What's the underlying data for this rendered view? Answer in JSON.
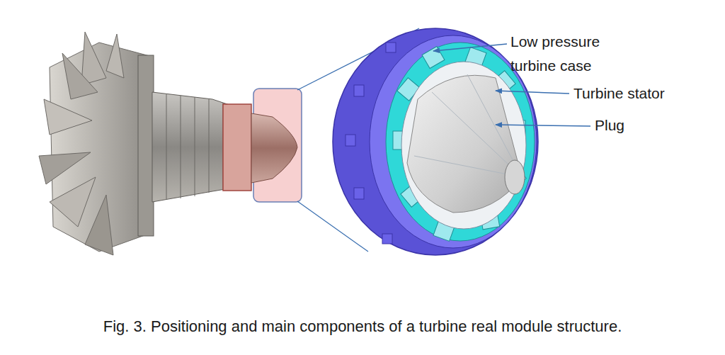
{
  "diagram": {
    "caption": "Fig. 3. Positioning and main components of a turbine real module structure.",
    "labels": [
      "Low pressure turbine case",
      "Turbine stator",
      "Plug"
    ]
  }
}
